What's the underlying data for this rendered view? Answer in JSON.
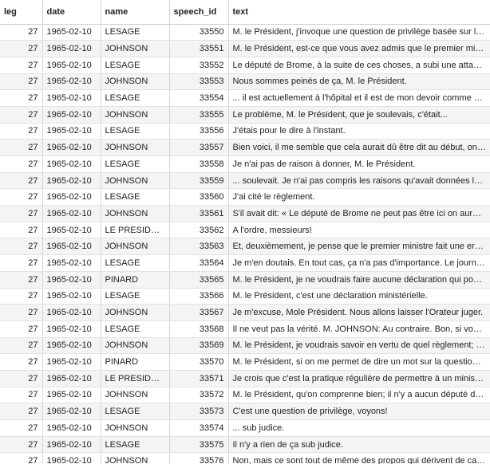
{
  "columns": [
    "leg",
    "date",
    "name",
    "speech_id",
    "text"
  ],
  "rows": [
    {
      "leg": "27",
      "date": "1965-02-10",
      "name": "LESAGE",
      "speech_id": "33550",
      "text": "M. le Président, j'invoque une question de privilège basée sur l'…"
    },
    {
      "leg": "27",
      "date": "1965-02-10",
      "name": "JOHNSON",
      "speech_id": "33551",
      "text": "M. le Président, est-ce que vous avez admis que le premier mi…"
    },
    {
      "leg": "27",
      "date": "1965-02-10",
      "name": "LESAGE",
      "speech_id": "33552",
      "text": "Le député de Brome, à la suite de ces choses, a subi une attaq…"
    },
    {
      "leg": "27",
      "date": "1965-02-10",
      "name": "JOHNSON",
      "speech_id": "33553",
      "text": "Nous sommes peinés de ça, M. le Président."
    },
    {
      "leg": "27",
      "date": "1965-02-10",
      "name": "LESAGE",
      "speech_id": "33554",
      "text": "... il est actuellement à l'hôpital et il est de mon devoir comme …"
    },
    {
      "leg": "27",
      "date": "1965-02-10",
      "name": "JOHNSON",
      "speech_id": "33555",
      "text": "Le problème, M. le Président, que je soulevais, c'était..."
    },
    {
      "leg": "27",
      "date": "1965-02-10",
      "name": "LESAGE",
      "speech_id": "33556",
      "text": "J'étais pour le dire à l'instant."
    },
    {
      "leg": "27",
      "date": "1965-02-10",
      "name": "JOHNSON",
      "speech_id": "33557",
      "text": "Bien voici, il me semble que cela aurait dû être dit au début, on…"
    },
    {
      "leg": "27",
      "date": "1965-02-10",
      "name": "LESAGE",
      "speech_id": "33558",
      "text": "Je n'ai pas de raison à donner, M. le Président."
    },
    {
      "leg": "27",
      "date": "1965-02-10",
      "name": "JOHNSON",
      "speech_id": "33559",
      "text": "... soulevait. Je n'ai pas compris les raisons qu'avait données le…"
    },
    {
      "leg": "27",
      "date": "1965-02-10",
      "name": "LESAGE",
      "speech_id": "33560",
      "text": "J'ai cité le règlement."
    },
    {
      "leg": "27",
      "date": "1965-02-10",
      "name": "JOHNSON",
      "speech_id": "33561",
      "text": "S'il avait dit: « Le député de Brome ne peut pas être ici on aurai…"
    },
    {
      "leg": "27",
      "date": "1965-02-10",
      "name": "LE PRESIDENT",
      "speech_id": "33562",
      "text": "A l'ordre, messieurs!"
    },
    {
      "leg": "27",
      "date": "1965-02-10",
      "name": "JOHNSON",
      "speech_id": "33563",
      "text": "Et, deuxièmement, je pense que le premier ministre fait une er…"
    },
    {
      "leg": "27",
      "date": "1965-02-10",
      "name": "LESAGE",
      "speech_id": "33564",
      "text": "Je m'en doutais. En tout cas, ça n'a pas d'importance. Le journa…"
    },
    {
      "leg": "27",
      "date": "1965-02-10",
      "name": "PINARD",
      "speech_id": "33565",
      "text": "M. le Président, je ne voudrais faire aucune déclaration qui pou…"
    },
    {
      "leg": "27",
      "date": "1965-02-10",
      "name": "LESAGE",
      "speech_id": "33566",
      "text": "M. le Président, c'est une déclaration ministérielle."
    },
    {
      "leg": "27",
      "date": "1965-02-10",
      "name": "JOHNSON",
      "speech_id": "33567",
      "text": "Je m'excuse, Mole Président. Nous allons laisser l'Orateur juger."
    },
    {
      "leg": "27",
      "date": "1965-02-10",
      "name": "LESAGE",
      "speech_id": "33568",
      "text": "Il ne veut pas la vérité. M. JOHNSON: Au contraire. Bon, si vous …"
    },
    {
      "leg": "27",
      "date": "1965-02-10",
      "name": "JOHNSON",
      "speech_id": "33569",
      "text": "M. le Président, je voudrais savoir en vertu de quel règlement; …"
    },
    {
      "leg": "27",
      "date": "1965-02-10",
      "name": "PINARD",
      "speech_id": "33570",
      "text": "M. le Président, si on me permet de dire un mot sur la questio…"
    },
    {
      "leg": "27",
      "date": "1965-02-10",
      "name": "LE PRESIDENT",
      "speech_id": "33571",
      "text": "Je crois que c'est la pratique régulière de permettre à un minist…"
    },
    {
      "leg": "27",
      "date": "1965-02-10",
      "name": "JOHNSON",
      "speech_id": "33572",
      "text": "M. le Président, qu'on comprenne bien; il n'y a aucun député d…"
    },
    {
      "leg": "27",
      "date": "1965-02-10",
      "name": "LESAGE",
      "speech_id": "33573",
      "text": "C'est une question de privilège, voyons!"
    },
    {
      "leg": "27",
      "date": "1965-02-10",
      "name": "JOHNSON",
      "speech_id": "33574",
      "text": "... sub judice."
    },
    {
      "leg": "27",
      "date": "1965-02-10",
      "name": "LESAGE",
      "speech_id": "33575",
      "text": "Il n'y a rien de ça sub judice."
    },
    {
      "leg": "27",
      "date": "1965-02-10",
      "name": "JOHNSON",
      "speech_id": "33576",
      "text": "Non, mais ce sont tout de même des propos qui dérivent de ca…"
    }
  ]
}
